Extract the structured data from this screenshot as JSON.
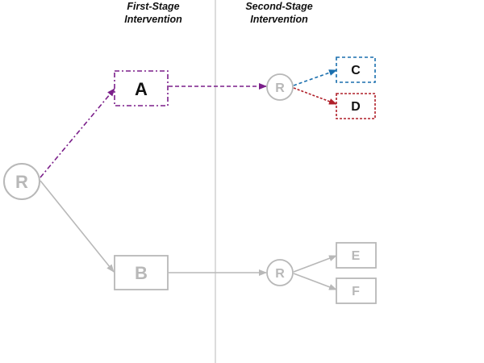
{
  "headers": {
    "first": [
      "First-Stage",
      "Intervention"
    ],
    "second": [
      "Second-Stage",
      "Intervention"
    ]
  },
  "nodes": {
    "root": "R",
    "a": "A",
    "b": "B",
    "r_top": "R",
    "r_bottom": "R",
    "c": "C",
    "d": "D",
    "e": "E",
    "f": "F"
  },
  "colors": {
    "purple": "#7b1f8a",
    "blue": "#1a6fae",
    "red": "#b0202a",
    "grey": "#b8b8b8",
    "divider": "#c4c4c4",
    "text_dark": "#111111"
  }
}
